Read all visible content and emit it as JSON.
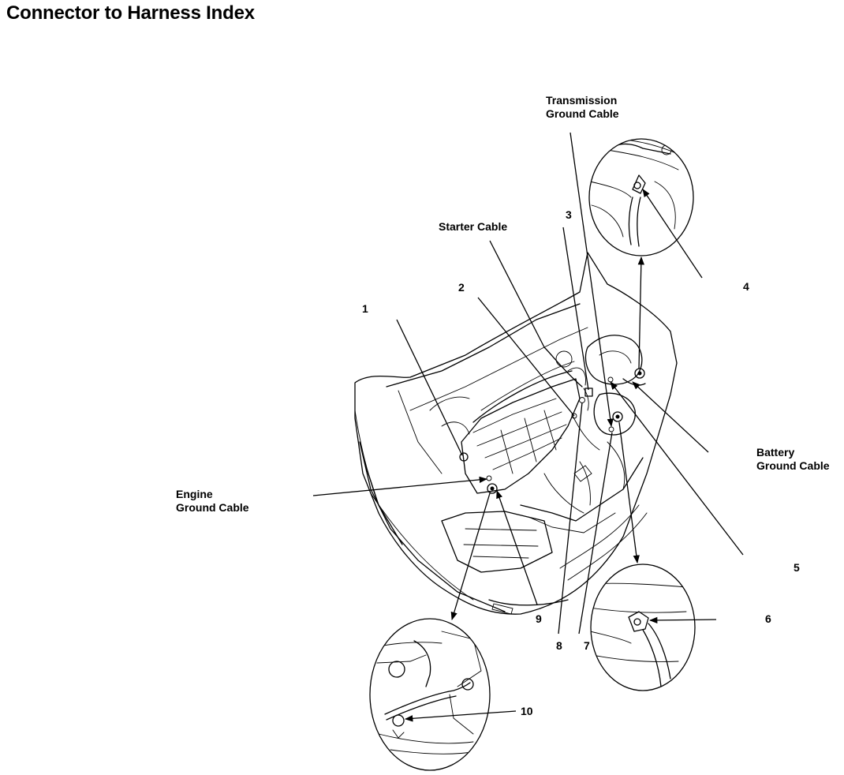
{
  "title": "Connector to Harness Index",
  "labels": {
    "transmission_ground_cable": [
      "Transmission",
      "Ground Cable"
    ],
    "starter_cable": "Starter Cable",
    "engine_ground_cable": [
      "Engine",
      "Ground Cable"
    ],
    "battery_ground_cable": [
      "Battery",
      "Ground Cable"
    ],
    "callouts": [
      "1",
      "2",
      "3",
      "4",
      "5",
      "6",
      "7",
      "8",
      "9",
      "10"
    ]
  },
  "colors": {
    "ink": "#000000",
    "paper": "#ffffff"
  },
  "icons": [
    "engine-bay-illustration",
    "detail-circle-transmission-ground",
    "detail-circle-body-ground",
    "detail-circle-engine-ground"
  ]
}
